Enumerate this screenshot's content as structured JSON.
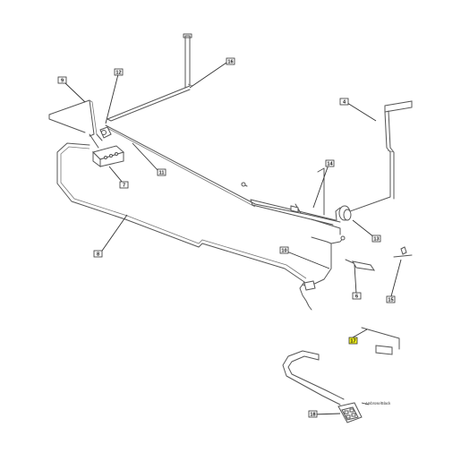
{
  "diagram": {
    "callouts": {
      "c16": "16",
      "c9": "9",
      "c12": "12",
      "c11": "11",
      "c7": "7",
      "c4": "4",
      "c14": "14",
      "c13": "13",
      "c8": "8",
      "c10a": "10",
      "c6": "6",
      "c15": "15",
      "c17": "17",
      "c18": "18"
    },
    "switch_note": "Ambrose/Black",
    "highlight_color": "#f2f21a"
  }
}
